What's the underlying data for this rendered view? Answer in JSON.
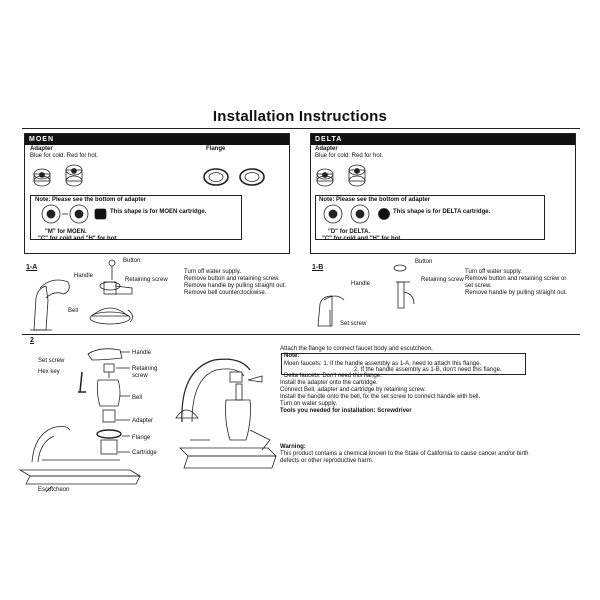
{
  "title": "Installation Instructions",
  "moen": {
    "header": "MOEN",
    "adapter_label": "Adapter",
    "adapter_desc": "Blue for cold. Red for hot.",
    "flange_label": "Flange",
    "note_title": "Note: Please see the bottom of adapter",
    "shape_text": "This shape is for MOEN cartridge.",
    "letter_line": "\"M\" for MOEN.",
    "ch_line": "\"C\" for cold and \"H\" for hot."
  },
  "delta": {
    "header": "DELTA",
    "adapter_label": "Adapter",
    "adapter_desc": "Blue for cold. Red for hot.",
    "note_title": "Note: Please see the bottom of adapter",
    "shape_text": "This shape is for DELTA cartridge.",
    "letter_line": "\"D\" for DELTA.",
    "ch_line": "\"C\" for cold and \"H\" for hot."
  },
  "step1a": {
    "label": "1-A",
    "button": "Button",
    "handle": "Handle",
    "retaining_screw": "Retaining screw",
    "bell": "Bell",
    "text": [
      "Turn off water supply.",
      "Remove button and retaining screw.",
      "Remove handle by pulling straight out.",
      "Remove bell counterclockwise."
    ]
  },
  "step1b": {
    "label": "1-B",
    "button": "Button",
    "handle": "Handle",
    "retaining_screw": "Retaining screw",
    "set_screw": "Set screw",
    "text": [
      "Turn off water supply.",
      "Remove button and retaining screw or",
      "set screw.",
      "Remove handle by pulling straight out."
    ]
  },
  "step2": {
    "label": "2",
    "set_screw": "Set screw",
    "hex_key": "Hex key",
    "handle": "Handle",
    "retaining_screw": "Retaining screw",
    "bell": "Bell",
    "adapter": "Adapter",
    "flange": "Flange",
    "cartridge": "Cartridge",
    "escutcheon": "Escutcheon",
    "intro": "Attach the flange to connect faucet body and escutcheon.",
    "note_label": "Note:",
    "note_line1": "Moen faucets: 1. If the handle assembly as 1-A, need to attach this flange.",
    "note_line2": "2. If the handle assembly as 1-B, don't need this flange.",
    "note_line3": "Delta faucets: Don't need this flange.",
    "steps": [
      "Install the adapter onto the cartridge.",
      "Connect Bell, adapter and cartridge by retaining screw.",
      "Install the handle onto the bell, fix the set screw to connect handle with bell.",
      "Turn on water supply."
    ],
    "tools": "Tools you needed for installation: Screwdriver"
  },
  "warning": {
    "title": "Warning:",
    "text1": "This product contains a chemical known to the State of California to cause cancer and/or birth",
    "text2": "defects or other reproductive harm."
  }
}
